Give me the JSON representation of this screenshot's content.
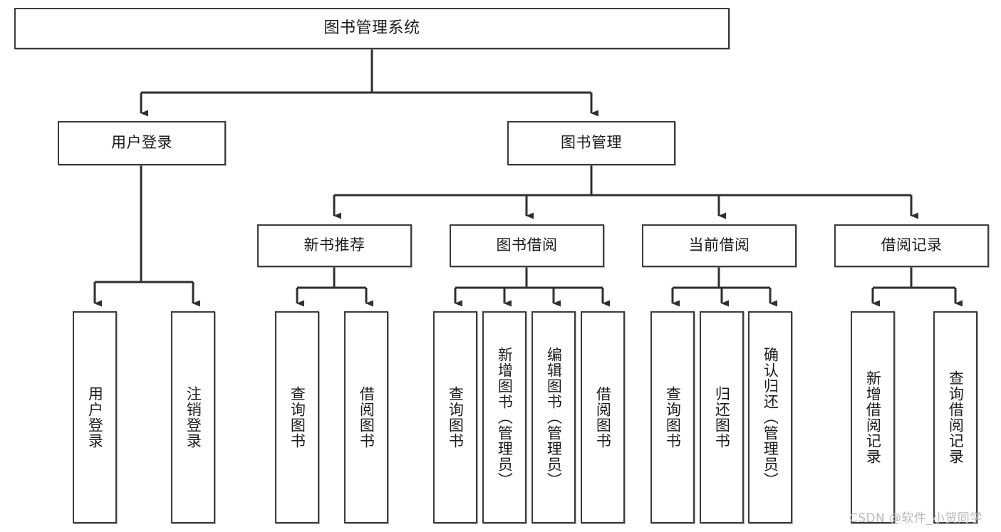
{
  "diagram": {
    "title": "图书管理系统",
    "type": "tree-hierarchy",
    "watermark": "CSDN @软件_小贺同学",
    "colors": {
      "box_border": "#3c3c3c",
      "box_fill": "#ffffff",
      "connector": "#2f2f2f",
      "text": "#1b1b1b",
      "watermark": "#b9b9b9"
    }
  },
  "nodes": {
    "root": {
      "label": "图书管理系统"
    },
    "level2": [
      {
        "label": "用户登录"
      },
      {
        "label": "图书管理"
      }
    ],
    "level3": [
      {
        "label": "新书推荐"
      },
      {
        "label": "图书借阅"
      },
      {
        "label": "当前借阅"
      },
      {
        "label": "借阅记录"
      }
    ],
    "leaves": {
      "user_login": [
        {
          "label": "用户登录"
        },
        {
          "label": "注销登录"
        }
      ],
      "new_book_recommend": [
        {
          "label": "查询图书"
        },
        {
          "label": "借阅图书"
        }
      ],
      "book_borrow": [
        {
          "label": "查询图书"
        },
        {
          "label": "新增图书（管理员）"
        },
        {
          "label": "编辑图书（管理员）"
        },
        {
          "label": "借阅图书"
        }
      ],
      "current_borrow": [
        {
          "label": "查询图书"
        },
        {
          "label": "归还图书"
        },
        {
          "label": "确认归还（管理员）"
        }
      ],
      "borrow_record": [
        {
          "label": "新增借阅记录"
        },
        {
          "label": "查询借阅记录"
        }
      ]
    }
  }
}
